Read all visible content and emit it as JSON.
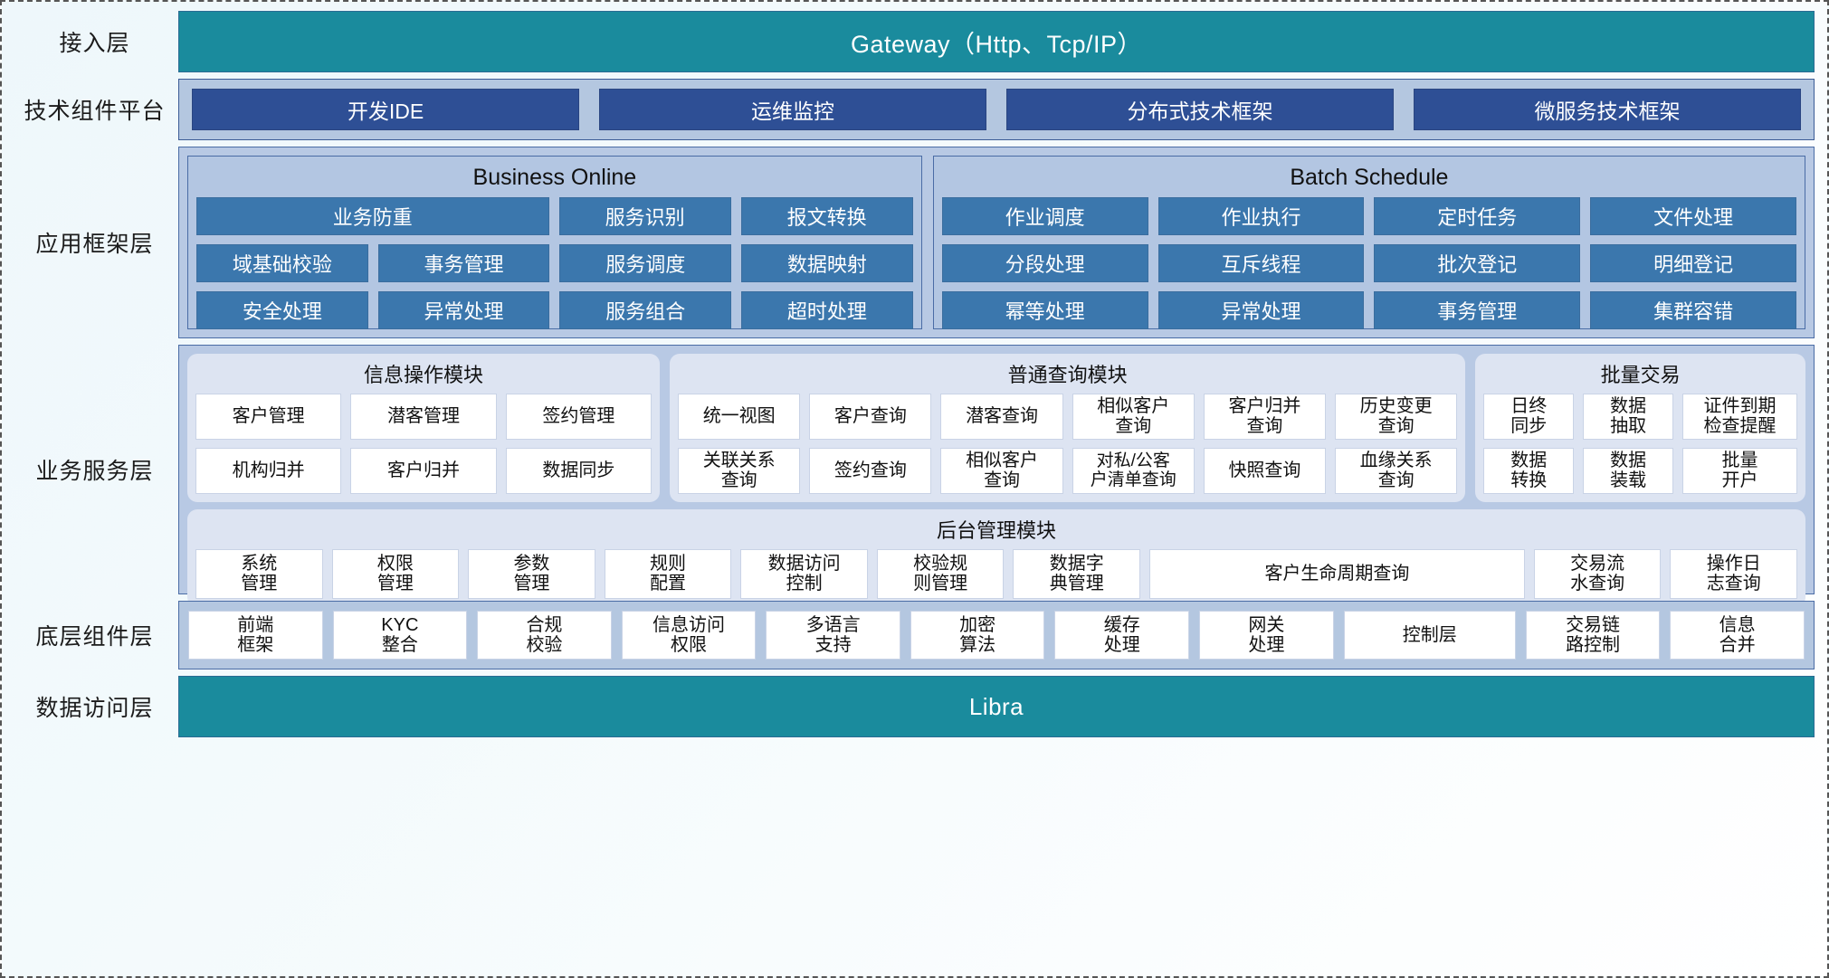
{
  "layers": {
    "access": {
      "label": "接入层",
      "bar": "Gateway（Http、Tcp/IP）"
    },
    "tech_platform": {
      "label": "技术组件平台",
      "items": [
        "开发IDE",
        "运维监控",
        "分布式技术框架",
        "微服务技术框架"
      ]
    },
    "app_framework": {
      "label": "应用框架层",
      "groups": [
        {
          "title": "Business Online",
          "rows": [
            [
              "业务防重",
              "服务识别",
              "报文转换"
            ],
            [
              "域基础校验",
              "事务管理",
              "服务调度",
              "数据映射"
            ],
            [
              "安全处理",
              "异常处理",
              "服务组合",
              "超时处理"
            ]
          ]
        },
        {
          "title": "Batch Schedule",
          "rows": [
            [
              "作业调度",
              "作业执行",
              "定时任务",
              "文件处理"
            ],
            [
              "分段处理",
              "互斥线程",
              "批次登记",
              "明细登记"
            ],
            [
              "幂等处理",
              "异常处理",
              "事务管理",
              "集群容错"
            ]
          ]
        }
      ]
    },
    "business_service": {
      "label": "业务服务层",
      "cards": [
        {
          "title": "信息操作模块",
          "rows": [
            [
              "客户管理",
              "潜客管理",
              "签约管理"
            ],
            [
              "机构归并",
              "客户归并",
              "数据同步"
            ]
          ]
        },
        {
          "title": "普通查询模块",
          "rows": [
            [
              "统一视图",
              "客户查询",
              "潜客查询",
              "相似客户\n查询",
              "客户归并\n查询",
              "历史变更\n查询"
            ],
            [
              "关联关系\n查询",
              "签约查询",
              "相似客户\n查询",
              "对私/公客\n户清单查询",
              "快照查询",
              "血缘关系\n查询"
            ]
          ]
        },
        {
          "title": "批量交易",
          "rows": [
            [
              "日终\n同步",
              "数据\n抽取",
              "证件到期\n检查提醒"
            ],
            [
              "数据\n转换",
              "数据\n装载",
              "批量\n开户"
            ]
          ]
        }
      ],
      "admin": {
        "title": "后台管理模块",
        "items": [
          "系统\n管理",
          "权限\n管理",
          "参数\n管理",
          "规则\n配置",
          "数据访问\n控制",
          "校验规\n则管理",
          "数据字\n典管理",
          "客户生命周期查询",
          "交易流\n水查询",
          "操作日\n志查询"
        ]
      }
    },
    "base_component": {
      "label": "底层组件层",
      "items": [
        "前端\n框架",
        "KYC\n整合",
        "合规\n校验",
        "信息访问\n权限",
        "多语言\n支持",
        "加密\n算法",
        "缓存\n处理",
        "网关\n处理",
        "控制层",
        "交易链\n路控制",
        "信息\n合并"
      ]
    },
    "data_access": {
      "label": "数据访问层",
      "bar": "Libra"
    }
  },
  "colors": {
    "teal": "#1a8b9d",
    "dark_blue_chip": "#2e4f95",
    "mid_blue_cell": "#3b77ad",
    "band_blue": "#b8c9e4",
    "card_blue": "#dde4f2"
  }
}
